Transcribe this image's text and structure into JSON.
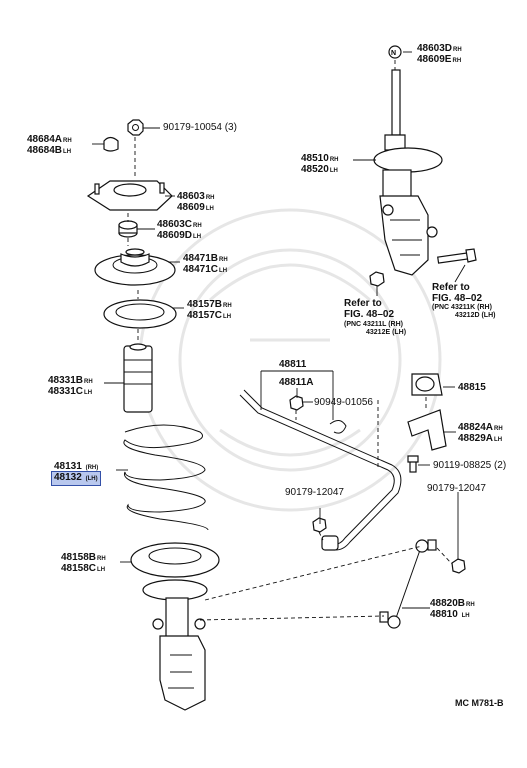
{
  "labels": {
    "nut_top_1": {
      "code": "48603D",
      "suffix": "RH"
    },
    "nut_top_2": {
      "code": "48609E",
      "suffix": "RH"
    },
    "cap_1": {
      "code": "48684A",
      "suffix": "RH"
    },
    "cap_2": {
      "code": "48684B",
      "suffix": "LH"
    },
    "bolt_top": {
      "code": "90179-10054 (3)"
    },
    "support_1": {
      "code": "48603",
      "suffix": "RH"
    },
    "support_2": {
      "code": "48609",
      "suffix": "LH"
    },
    "spacer_1": {
      "code": "48603C",
      "suffix": "RH"
    },
    "spacer_2": {
      "code": "48609D",
      "suffix": "LH"
    },
    "seat_1": {
      "code": "48471B",
      "suffix": "RH"
    },
    "seat_2": {
      "code": "48471C",
      "suffix": "LH"
    },
    "insulator_1": {
      "code": "48157B",
      "suffix": "RH"
    },
    "insulator_2": {
      "code": "48157C",
      "suffix": "LH"
    },
    "bumper_1": {
      "code": "48331B",
      "suffix": "RH"
    },
    "bumper_2": {
      "code": "48331C",
      "suffix": "LH"
    },
    "spring_1": {
      "code": "48131",
      "suffix": "(RH)"
    },
    "spring_2": {
      "code": "48132",
      "suffix": "(LH)"
    },
    "lower_ins_1": {
      "code": "48158B",
      "suffix": "RH"
    },
    "lower_ins_2": {
      "code": "48158C",
      "suffix": "LH"
    },
    "absorber_1": {
      "code": "48510",
      "suffix": "RH"
    },
    "absorber_2": {
      "code": "48520",
      "suffix": "LH"
    },
    "refer_left_1": "Refer to",
    "refer_left_2": "FIG. 48–02",
    "refer_left_3": "(PNC 43211L (RH)",
    "refer_left_4": "43212E (LH)",
    "refer_right_1": "Refer to",
    "refer_right_2": "FIG. 48–02",
    "refer_right_3": "(PNC 43211K (RH)",
    "refer_right_4": "43212D (LH)",
    "stabilizer": {
      "code": "48811"
    },
    "stabilizer_a": {
      "code": "48811A"
    },
    "bushing": {
      "code": "48815"
    },
    "nut_stab": {
      "code": "90949-01056"
    },
    "bracket_1": {
      "code": "48824A",
      "suffix": "RH"
    },
    "bracket_2": {
      "code": "48829A",
      "suffix": "LH"
    },
    "bolt_bracket": {
      "code": "90119-08825 (2)"
    },
    "nut_left": {
      "code": "90179-12047"
    },
    "nut_right": {
      "code": "90179-12047"
    },
    "link_1": {
      "code": "48820B",
      "suffix": "RH"
    },
    "link_2": {
      "code": "48810",
      "suffix": "LH"
    },
    "footer_code": "MC M781-B"
  }
}
